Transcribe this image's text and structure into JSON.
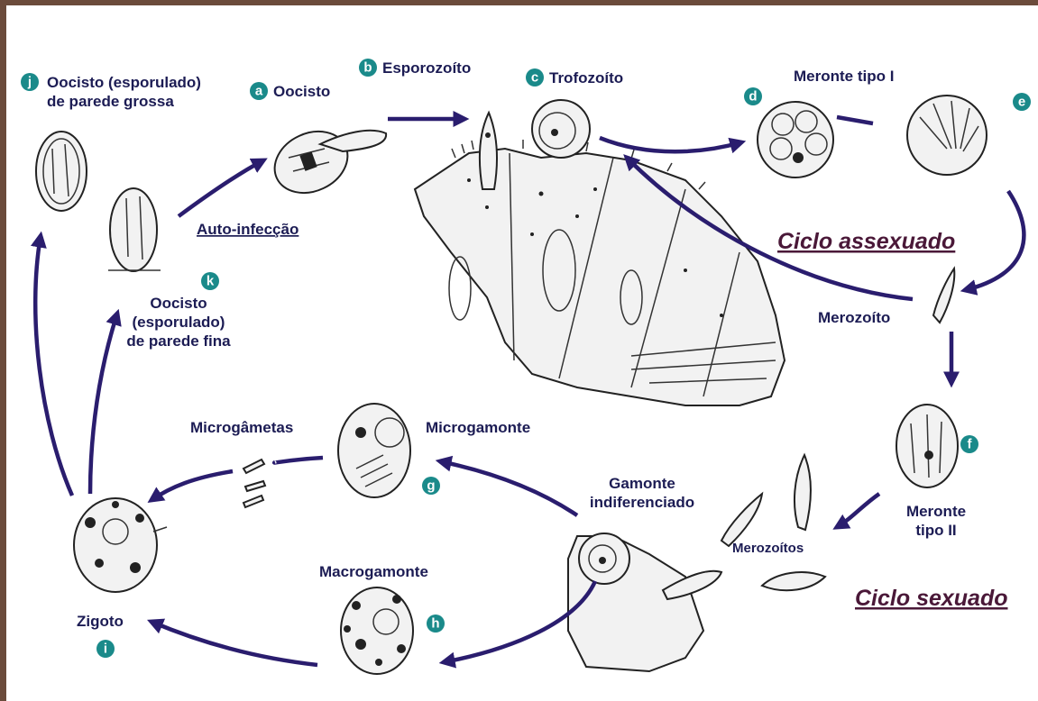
{
  "labels": {
    "oocisto_grossa": [
      "Oocisto (esporulado)",
      "de parede grossa"
    ],
    "oocisto": "Oocisto",
    "esporozoito": "Esporozoíto",
    "trofozoito": "Trofozoíto",
    "meronte_tipo_i": "Meronte tipo I",
    "auto_infeccao": "Auto-infecção",
    "ciclo_assexuado": "Ciclo assexuado",
    "oocisto_fina": [
      "Oocisto",
      "(esporulado)",
      "de parede fina"
    ],
    "merozoito": "Merozoíto",
    "microgametas": "Microgâmetas",
    "microgamonte": "Microgamonte",
    "gamonte": [
      "Gamonte",
      "indiferenciado"
    ],
    "meronte_tipo_ii": [
      "Meronte",
      "tipo II"
    ],
    "merozoitos": "Merozoítos",
    "macrogamonte": "Macrogamonte",
    "ciclo_sexuado": "Ciclo sexuado",
    "zigoto": "Zigoto"
  },
  "badges": {
    "a": "a",
    "b": "b",
    "c": "c",
    "d": "d",
    "e": "e",
    "f": "f",
    "g": "g",
    "h": "h",
    "i": "i",
    "j": "j",
    "k": "k"
  },
  "colors": {
    "border": "#6b4b3b",
    "badge": "#1a8a8a",
    "arrow": "#2a1d6e",
    "label": "#1c1c54",
    "cycle_label": "#4a1838"
  }
}
